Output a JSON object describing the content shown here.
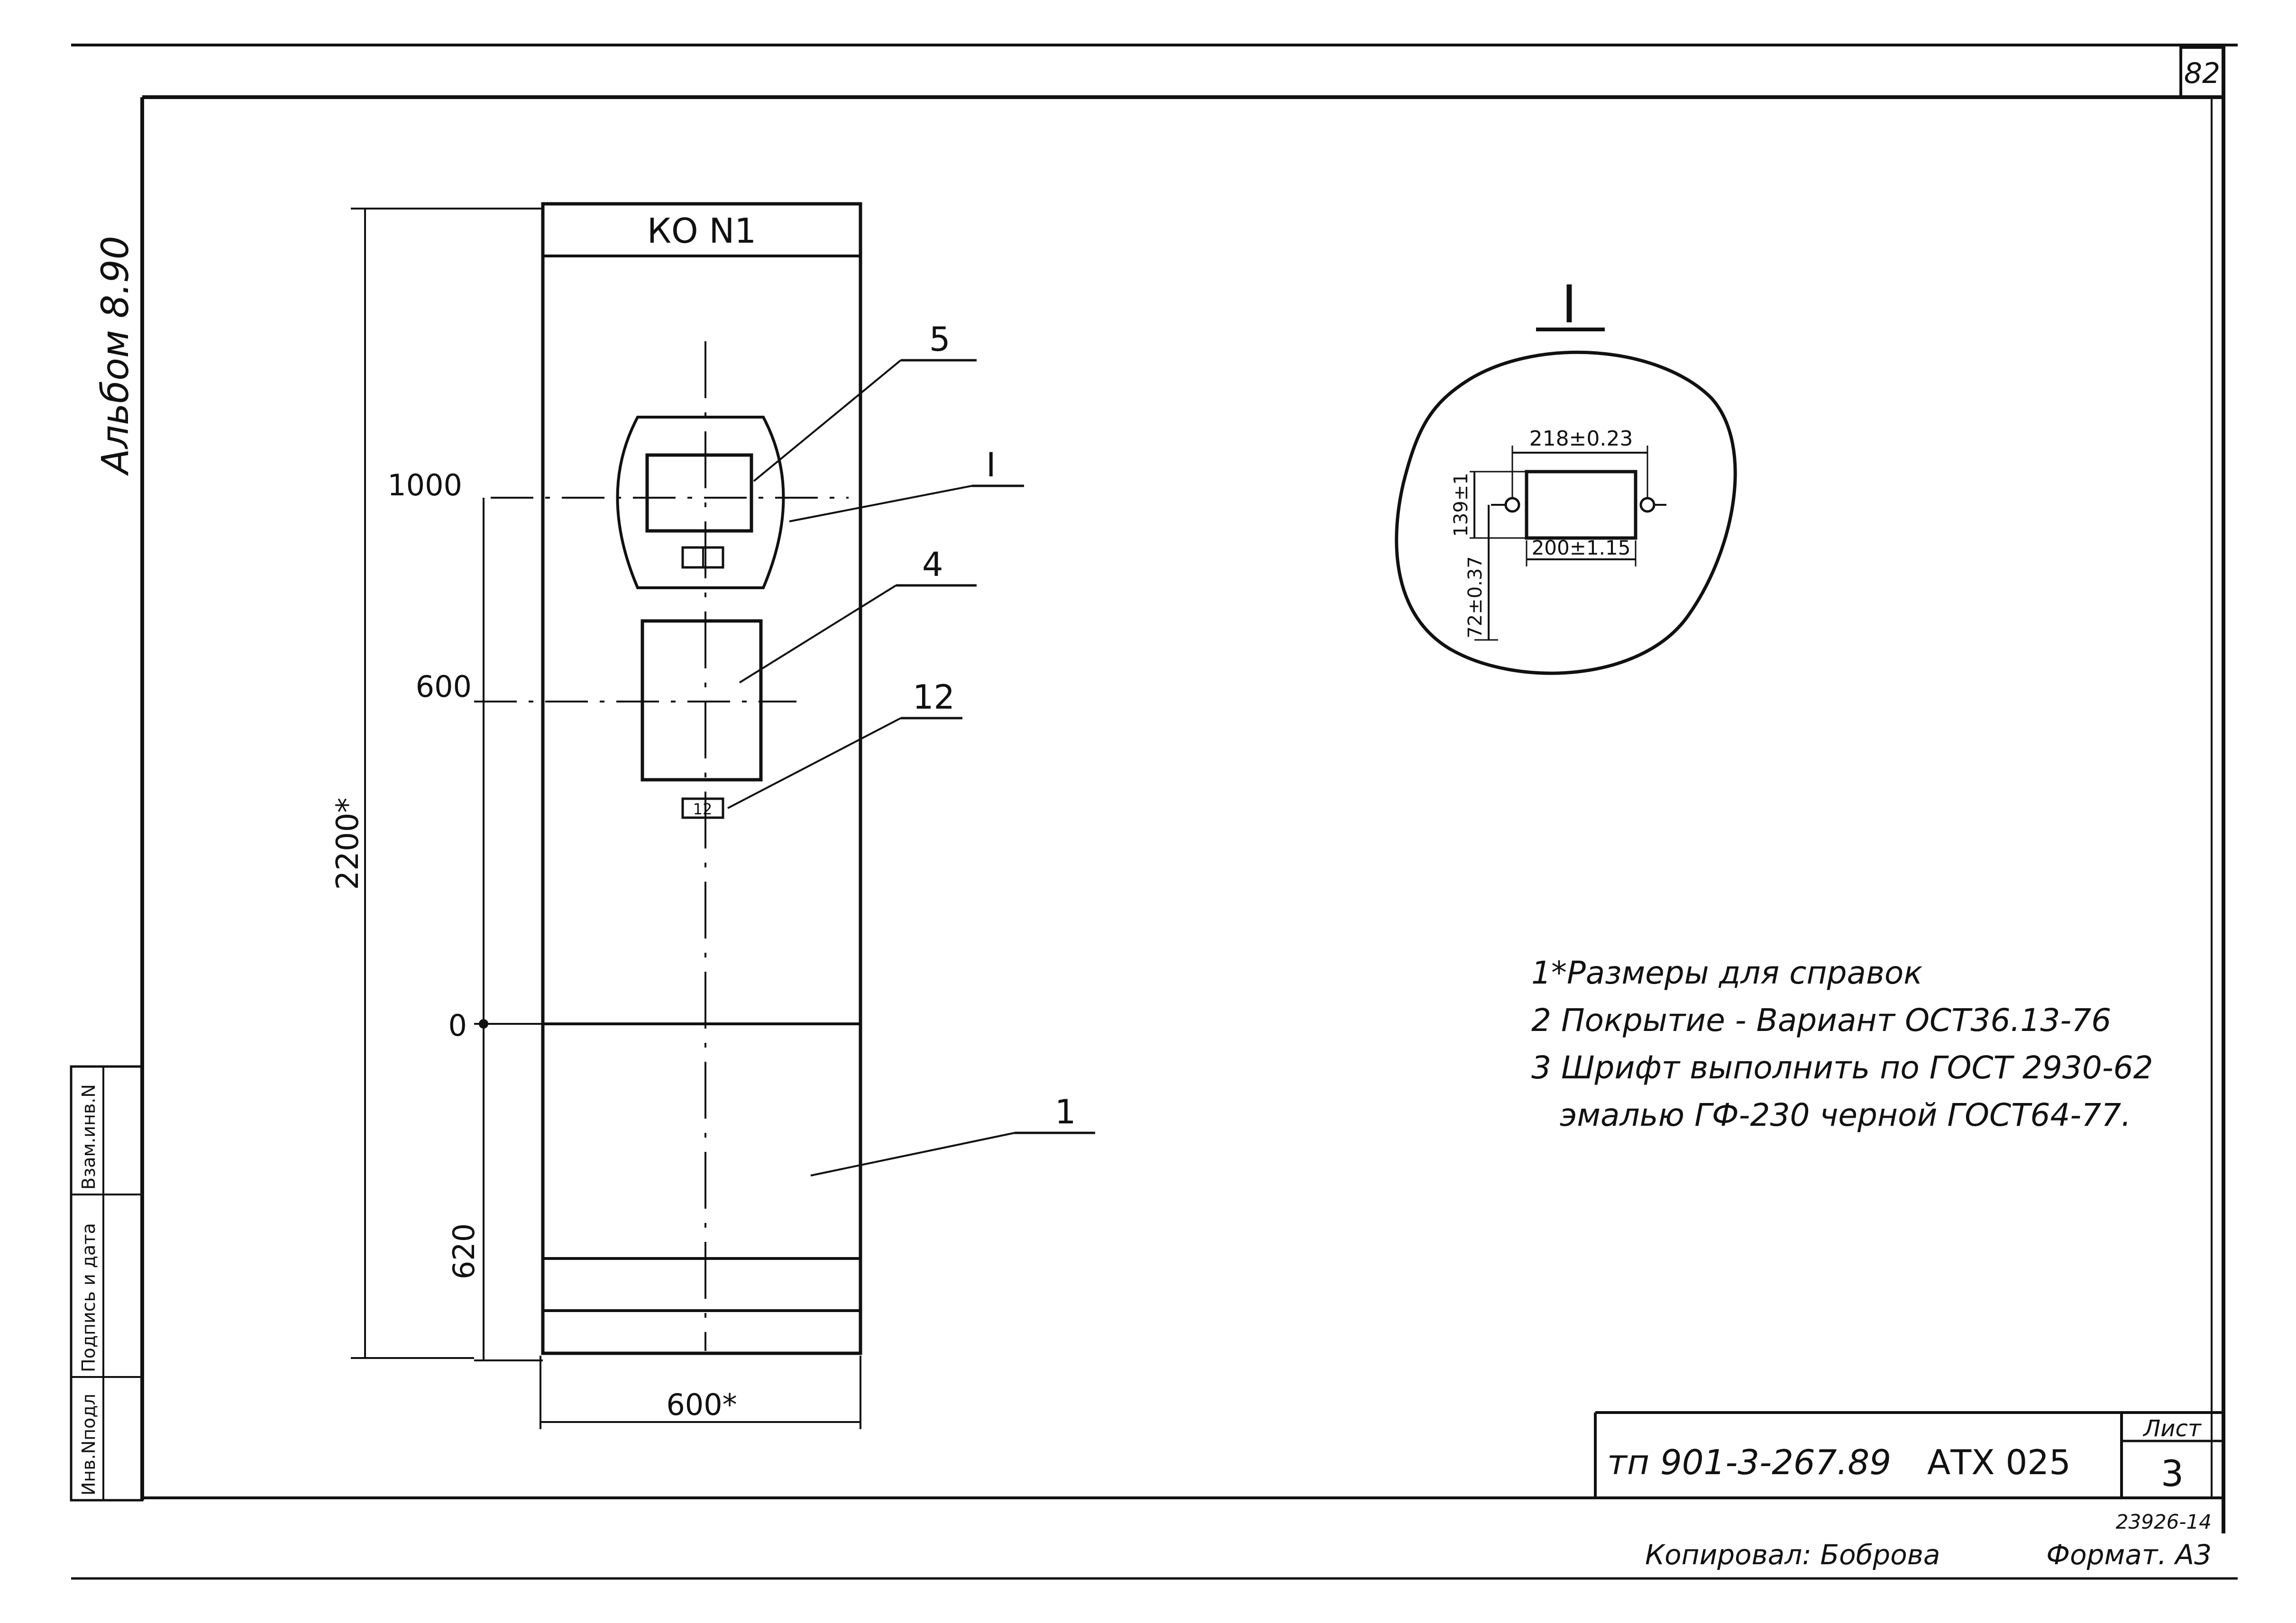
{
  "sheet": {
    "page_number": "82",
    "album_label": "Альбом 8.90",
    "colors": {
      "ink": "#111111",
      "paper": "#ffffff"
    }
  },
  "side_stamp": {
    "inv_no": "Инв.Nподл",
    "sign_date": "Подпись и дата",
    "replace_inv": "Взам.инв.N"
  },
  "cabinet": {
    "title": "КО N1",
    "height_dim": "2200*",
    "width_dim": "600*",
    "levels": [
      "1000",
      "600",
      "0",
      "620"
    ],
    "callouts": [
      "5",
      "I",
      "4",
      "12",
      "1"
    ],
    "label_plate_text": "12"
  },
  "detail": {
    "title": "I",
    "dims": [
      "218±0.23",
      "139±1",
      "200±1.15",
      "72±0.37"
    ]
  },
  "notes": [
    "1*Размеры для справок",
    "2 Покрытие - Вариант ОСТ36.13-76",
    "3 Шрифт выполнить по ГОСТ 2930-62",
    "эмалью ГФ-230 черной ГОСТ64-77."
  ],
  "title_block": {
    "doc_code": "тп 901-3-267.89",
    "doc_mark": "АТХ 025",
    "sheet_label": "Лист",
    "sheet_no": "3"
  },
  "footer": {
    "order_no": "23926-14",
    "copied_by": "Копировал: Боброва",
    "format": "Формат. А3"
  }
}
